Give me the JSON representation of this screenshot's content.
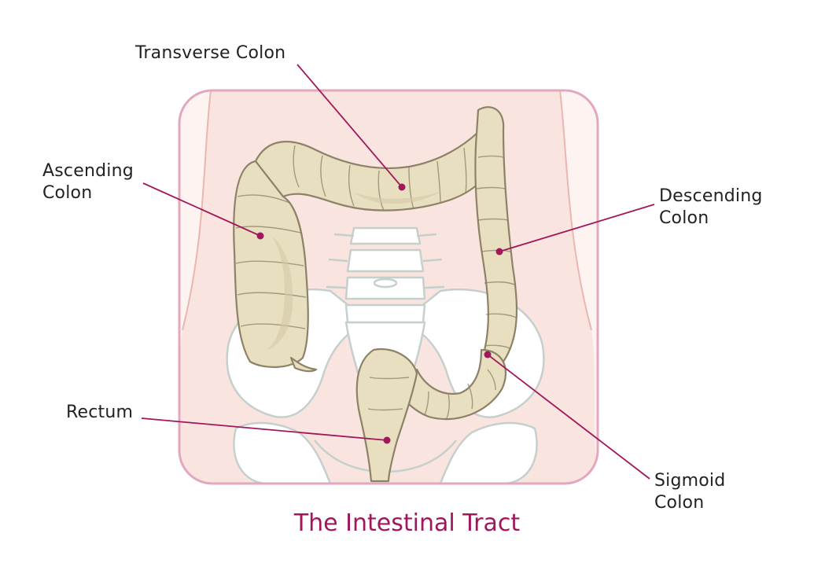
{
  "title": "The Intestinal Tract",
  "labels": {
    "transverse": "Transverse Colon",
    "ascending_1": "Ascending",
    "ascending_2": "Colon",
    "descending_1": "Descending",
    "descending_2": "Colon",
    "rectum": "Rectum",
    "sigmoid_1": "Sigmoid",
    "sigmoid_2": "Colon"
  },
  "colors": {
    "frame": "#e3a8bd",
    "skin": "#fae4df",
    "skin_edge": "#eab6b0",
    "bone": "#ffffff",
    "bone_outline": "#c5d0cc",
    "colon": "#e8dfc0",
    "colon_outline": "#8b8268",
    "colon_shadow": "#d3c8a6",
    "leader": "#a0185b",
    "title": "#a0185b"
  }
}
